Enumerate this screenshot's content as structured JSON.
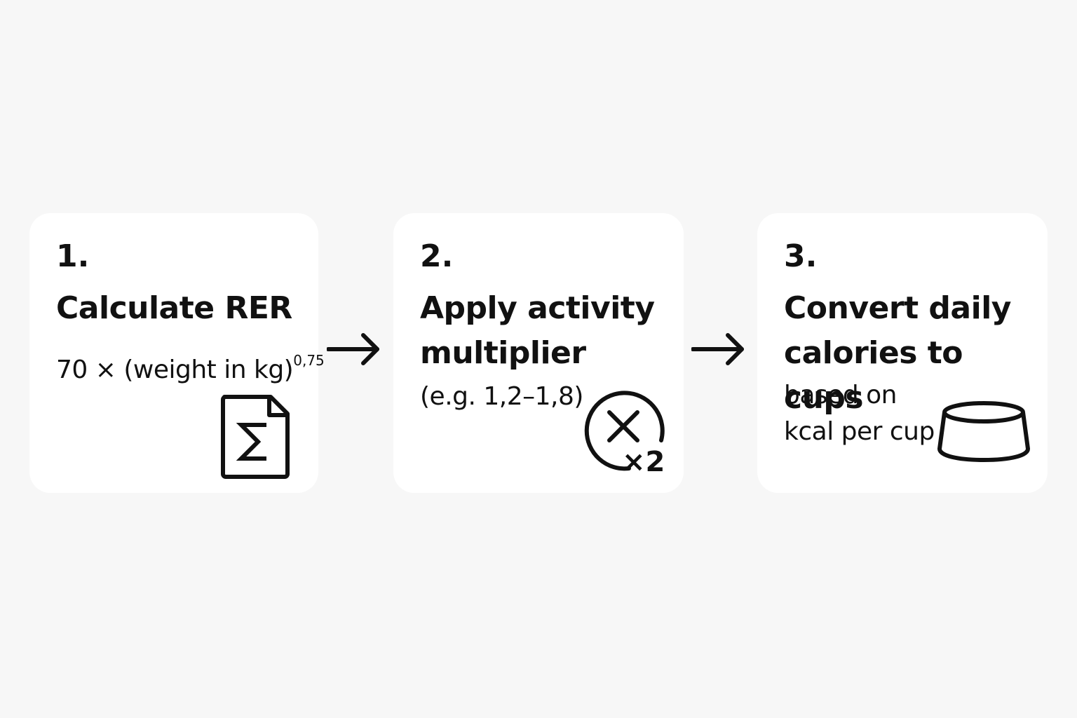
{
  "steps": [
    {
      "number": "1.",
      "title": "Calculate RER",
      "detail_main": "70 × (weight in kg)",
      "detail_exponent": "0,75",
      "icon": "formula-document-icon"
    },
    {
      "number": "2.",
      "title": "Apply activity multiplier",
      "detail": "(e.g. 1,2–1,8)",
      "icon": "multiply-circle-icon",
      "icon_label": "×2"
    },
    {
      "number": "3.",
      "title": "Convert daily calories to cups",
      "detail": "based on kcal per cup",
      "icon": "bowl-icon"
    }
  ],
  "connectors": [
    "arrow-right-icon",
    "arrow-right-icon"
  ],
  "colors": {
    "background": "#f7f7f7",
    "card": "#ffffff",
    "text": "#111111"
  }
}
